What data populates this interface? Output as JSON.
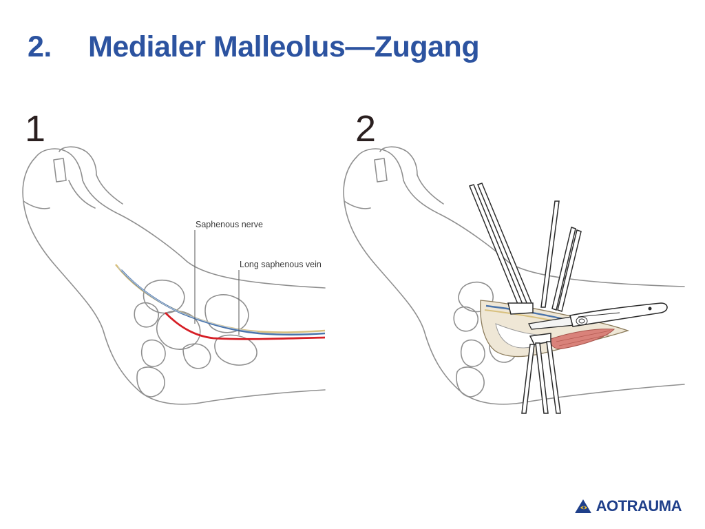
{
  "slide": {
    "number": "2.",
    "title": "Medialer Malleolus—Zugang"
  },
  "panels": [
    {
      "label": "1",
      "callouts": [
        "Saphenous nerve",
        "Long saphenous vein"
      ]
    },
    {
      "label": "2"
    }
  ],
  "logo": {
    "prefix": "AO",
    "suffix": "TRAUMA"
  },
  "colors": {
    "title": "#2c53a0",
    "vein": "#3f6fa8",
    "nerve": "#d6c07a",
    "incision": "#d61f26",
    "outline": "#8a8a8a",
    "logo": "#1f3f8a"
  }
}
